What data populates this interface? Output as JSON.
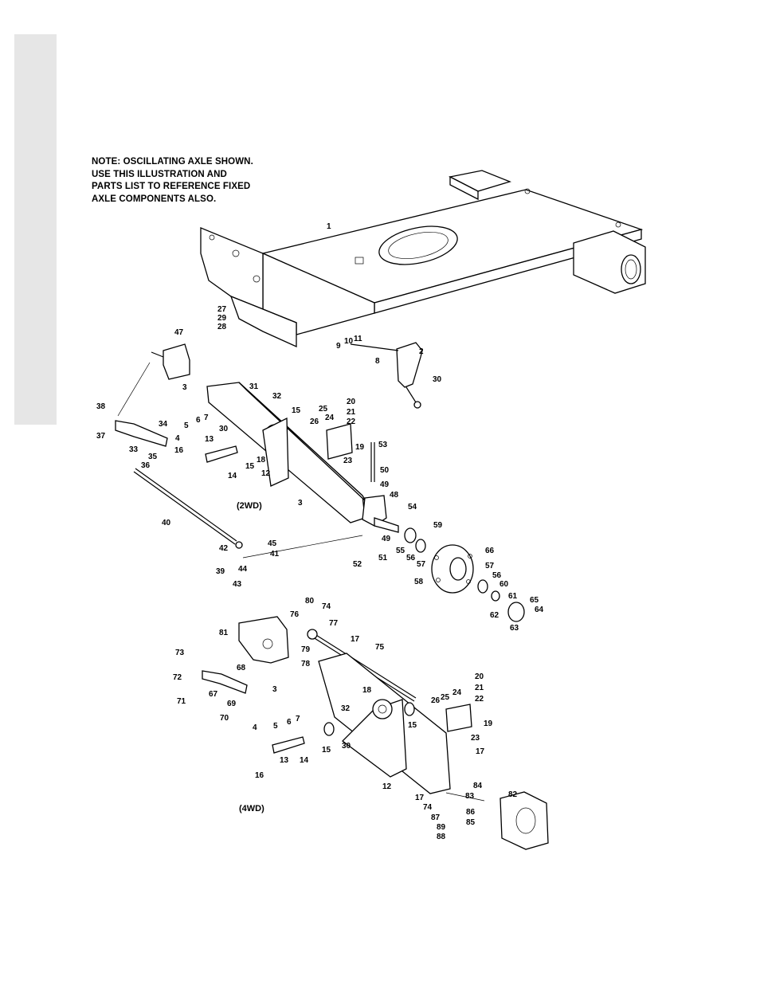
{
  "note": {
    "lines": [
      "NOTE: OSCILLATING AXLE SHOWN.",
      "USE THIS ILLUSTRATION AND",
      "PARTS LIST TO REFERENCE FIXED",
      "AXLE COMPONENTS ALSO."
    ]
  },
  "sections": {
    "two_wd": "(2WD)",
    "four_wd": "(4WD)"
  },
  "callouts": [
    "1",
    "27",
    "29",
    "28",
    "2",
    "9",
    "10",
    "11",
    "8",
    "30",
    "47",
    "3",
    "31",
    "32",
    "15",
    "38",
    "37",
    "34",
    "5",
    "6",
    "7",
    "4",
    "33",
    "35",
    "36",
    "16",
    "13",
    "30",
    "14",
    "15",
    "18",
    "12",
    "25",
    "24",
    "26",
    "20",
    "21",
    "22",
    "19",
    "23",
    "53",
    "50",
    "49",
    "48",
    "54",
    "3",
    "40",
    "2WD",
    "42",
    "39",
    "44",
    "43",
    "45",
    "41",
    "49",
    "52",
    "51",
    "55",
    "56",
    "57",
    "58",
    "59",
    "66",
    "57",
    "56",
    "60",
    "61",
    "62",
    "63",
    "65",
    "64",
    "80",
    "74",
    "76",
    "77",
    "81",
    "79",
    "78",
    "17",
    "75",
    "73",
    "72",
    "71",
    "68",
    "67",
    "69",
    "70",
    "3",
    "4",
    "5",
    "6",
    "7",
    "32",
    "18",
    "15",
    "13",
    "14",
    "16",
    "30",
    "15",
    "12",
    "20",
    "24",
    "25",
    "26",
    "21",
    "22",
    "19",
    "23",
    "17",
    "84",
    "83",
    "82",
    "17",
    "74",
    "87",
    "86",
    "85",
    "89",
    "88",
    "4WD"
  ]
}
